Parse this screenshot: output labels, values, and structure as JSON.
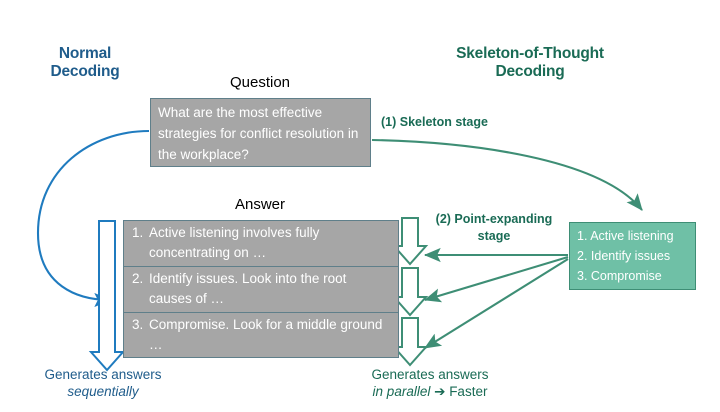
{
  "headers": {
    "left": "Normal\nDecoding",
    "left_line1": "Normal",
    "left_line2": "Decoding",
    "right_line1": "Skeleton-of-Thought",
    "right_line2": "Decoding"
  },
  "labels": {
    "question": "Question",
    "answer": "Answer"
  },
  "question_box": {
    "text": "What are the most effective strategies for conflict resolution in the workplace?"
  },
  "answer_box": {
    "rows": [
      {
        "num": "1.",
        "text": "Active listening involves fully concentrating on …"
      },
      {
        "num": "2.",
        "text": "Identify issues. Look into the root causes of …"
      },
      {
        "num": "3.",
        "text": "Compromise. Look for a middle ground …"
      }
    ]
  },
  "skeleton_box": {
    "items": [
      "1. Active listening",
      "2. Identify issues",
      "3. Compromise"
    ]
  },
  "stage_labels": {
    "stage1": "(1) Skeleton stage",
    "stage2_line1": "(2) Point-expanding",
    "stage2_line2": "stage"
  },
  "captions": {
    "left_line1": "Generates answers",
    "left_line2": "sequentially",
    "right_line1": "Generates answers",
    "right_line2_italic": "in parallel",
    "right_arrow_glyph": "➔",
    "right_line2_tail": "Faster"
  },
  "colors": {
    "blue": "#1F7BBF",
    "blue_dark_text": "#1F5C8B",
    "green": "#3E8E75",
    "green_text": "#1A6B55",
    "green_fill": "#6FC0A6",
    "gray_fill": "#a6a6a6",
    "box_border": "#5f7f8a",
    "white": "#ffffff"
  },
  "icons": {
    "block_arrow_down_blue": "block-arrow-down",
    "block_arrow_down_green": "block-arrow-down",
    "curved_arrow_blue": "curved-arrow",
    "curved_arrow_green": "curved-arrow",
    "fan_arrow_green": "straight-arrow"
  }
}
